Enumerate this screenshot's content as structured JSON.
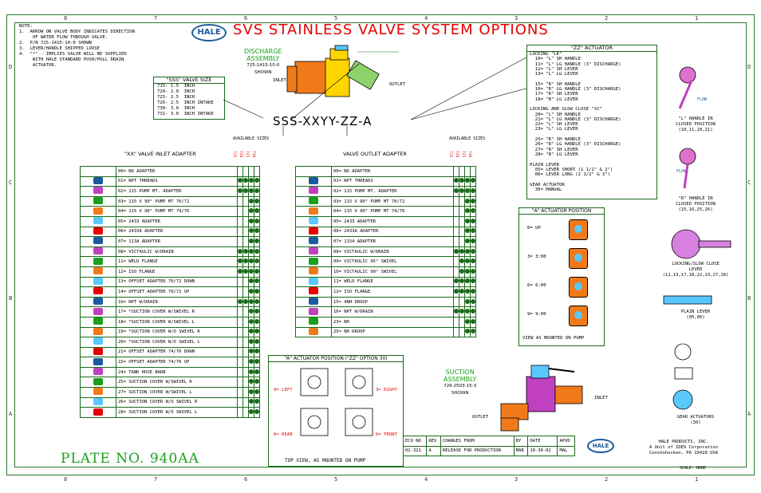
{
  "title": "SVS STAINLESS VALVE SYSTEM OPTIONS",
  "note_heading": "NOTE:",
  "notes": [
    "1.  ARROW ON VALVE BODY INDICATES DIRECTION",
    "     OF WATER FLOW THROUGH VALVE.",
    "2.  P/N 725-1415-10-0 SHOWN",
    "3.  LEVER/HANDLE SHIPPED LOOSE",
    "4.  \"*\" - IMPLIES VALVE WILL BE SUPPLIED",
    "     WITH HALE STANDARD PUSH/PULL DRAIN",
    "     ACTUATOR."
  ],
  "logo_text": "HALE",
  "discharge": {
    "title": "DISCHARGE",
    "title2": "ASSEMBLY",
    "pn": "725-1415-10-0",
    "shown": "SHOWN",
    "inlet": "INLET",
    "outlet": "OUTLET"
  },
  "sss_box": {
    "title": "\"SSS\" VALVE SIZE",
    "lines": [
      "715- 1.5  INCH",
      "720- 2.0  INCH",
      "725- 2.5  INCH",
      "726- 2.5  INCH INTAKE",
      "730- 3.0  INCH",
      "731- 3.0  INCH INTAKE"
    ]
  },
  "model_code": "SSS-XXYY-ZZ-A",
  "available_sizes": "AVAILABLE SIZES",
  "size_cols": [
    "715",
    "720",
    "725",
    "730"
  ],
  "inlet_table": {
    "header": "\"XX\" VALVE INLET ADAPTER",
    "rows": [
      {
        "label": "00= NO ADAPTER",
        "dots": [
          0,
          0,
          0,
          0
        ]
      },
      {
        "label": "01= NPT THREADS",
        "dots": [
          1,
          1,
          1,
          1
        ]
      },
      {
        "label": "02= 115 PUMP MT. ADAPTER",
        "dots": [
          1,
          1,
          1,
          1
        ]
      },
      {
        "label": "03= 115 X 90° PUMP MT 70/72",
        "dots": [
          0,
          0,
          1,
          1
        ]
      },
      {
        "label": "04= 115 X 90° PUMP MT 74/76",
        "dots": [
          0,
          0,
          1,
          1
        ]
      },
      {
        "label": "05= 2433 ADAPTER",
        "dots": [
          0,
          0,
          1,
          1
        ]
      },
      {
        "label": "06= 2433A ADAPTER",
        "dots": [
          0,
          0,
          1,
          1
        ]
      },
      {
        "label": "07= 113A ADAPTER",
        "dots": [
          0,
          0,
          1,
          1
        ]
      },
      {
        "label": "08= VICTAULIC W/DRAIN",
        "dots": [
          1,
          1,
          1,
          1
        ]
      },
      {
        "label": "11= WELD FLANGE",
        "dots": [
          1,
          1,
          1,
          1
        ]
      },
      {
        "label": "12= ISO FLANGE",
        "dots": [
          1,
          1,
          1,
          1
        ]
      },
      {
        "label": "13= OFFSET ADAPTER 70/72 DOWN",
        "dots": [
          0,
          0,
          1,
          1
        ]
      },
      {
        "label": "14= OFFSET ADAPTER 70/72 UP",
        "dots": [
          0,
          0,
          1,
          1
        ]
      },
      {
        "label": "16= NPT W/DRAIN",
        "dots": [
          1,
          1,
          1,
          1
        ]
      },
      {
        "label": "17= *SUCTION COVER W/SWIVEL R",
        "dots": [
          0,
          0,
          1,
          1
        ]
      },
      {
        "label": "18= *SUCTION COVER W/SWIVEL L",
        "dots": [
          0,
          0,
          1,
          1
        ]
      },
      {
        "label": "19= *SUCTION COVER W/O SWIVEL R",
        "dots": [
          0,
          0,
          1,
          1
        ]
      },
      {
        "label": "20= *SUCTION COVER W/O SWIVEL L",
        "dots": [
          0,
          0,
          1,
          1
        ]
      },
      {
        "label": "21= OFFSET ADAPTER 74/76 DOWN",
        "dots": [
          0,
          0,
          1,
          1
        ]
      },
      {
        "label": "22= OFFSET ADAPTER 74/76 UP",
        "dots": [
          0,
          0,
          1,
          1
        ]
      },
      {
        "label": "24= TANK HOSE BARB",
        "dots": [
          0,
          0,
          1,
          1
        ]
      },
      {
        "label": "25= SUCTION COVER W/SWIVEL R",
        "dots": [
          0,
          0,
          1,
          1
        ]
      },
      {
        "label": "27= SUCTION COVER W/SWIVEL L",
        "dots": [
          0,
          0,
          1,
          1
        ]
      },
      {
        "label": "26= SUCTION COVER W/O SWIVEL R",
        "dots": [
          0,
          0,
          1,
          1
        ]
      },
      {
        "label": "28= SUCTION COVER W/O SWIVEL L",
        "dots": [
          0,
          0,
          1,
          1
        ]
      }
    ]
  },
  "outlet_table": {
    "header": "VALVE OUTLET ADAPTER",
    "rows": [
      {
        "label": "00= NO ADAPTER",
        "dots": [
          0,
          0,
          0,
          0
        ]
      },
      {
        "label": "01= NPT THREADS",
        "dots": [
          1,
          1,
          1,
          1
        ]
      },
      {
        "label": "02= 115 PUMP MT. ADAPTER",
        "dots": [
          1,
          1,
          1,
          1
        ]
      },
      {
        "label": "03= 115 X 90° PUMP MT 70/72",
        "dots": [
          0,
          0,
          1,
          1
        ]
      },
      {
        "label": "04= 115 X 90° PUMP MT 74/76",
        "dots": [
          0,
          0,
          1,
          1
        ]
      },
      {
        "label": "05= 2433 ADAPTER",
        "dots": [
          0,
          0,
          1,
          1
        ]
      },
      {
        "label": "06= 2433A ADAPTER",
        "dots": [
          0,
          0,
          1,
          1
        ]
      },
      {
        "label": "07= 1154 ADAPTER",
        "dots": [
          0,
          0,
          1,
          1
        ]
      },
      {
        "label": "08= VICTAULIC W/DRAIN",
        "dots": [
          1,
          1,
          1,
          1
        ]
      },
      {
        "label": "09= VICTAULIC 45° SWIVEL",
        "dots": [
          0,
          1,
          1,
          1
        ]
      },
      {
        "label": "10= VICTAULIC 90° SWIVEL",
        "dots": [
          0,
          1,
          1,
          1
        ]
      },
      {
        "label": "11= WELD FLANGE",
        "dots": [
          1,
          1,
          1,
          1
        ]
      },
      {
        "label": "12= ISO FLANGE",
        "dots": [
          1,
          1,
          1,
          1
        ]
      },
      {
        "label": "15= 4NH DROOP",
        "dots": [
          0,
          0,
          1,
          1
        ]
      },
      {
        "label": "16= NPT W/DRAIN",
        "dots": [
          1,
          1,
          1,
          1
        ]
      },
      {
        "label": "23= NH",
        "dots": [
          0,
          0,
          1,
          1
        ]
      },
      {
        "label": "25= NH DROOP",
        "dots": [
          0,
          0,
          1,
          1
        ]
      }
    ]
  },
  "zz_box": {
    "title": "\"ZZ\" ACTUATOR",
    "lines": [
      "LOCKING \"LK\"",
      "  10= \"L\" SH HANDLE",
      "  11= \"L\" LG HANDLE (3\" DISCHARGE)",
      "  12= \"L\" SH LEVER",
      "  13= \"L\" LG LEVER",
      "",
      "  15= \"R\" SH HANDLE",
      "  16= \"R\" LG HANDLE (3\" DISCHARGE)",
      "  17= \"R\" SH LEVER",
      "  18= \"R\" LG LEVER",
      "",
      "LOCKING AND SLOW CLOSE \"SC\"",
      "  20= \"L\" SH HANDLE",
      "  21= \"L\" LG HANDLE (3\" DISCHARGE)",
      "  22= \"L\" SH LEVER",
      "  23= \"L\" LG LEVER",
      "",
      "  25= \"R\" SH HANDLE",
      "  26= \"R\" LG HANDLE (3\" DISCHARGE)",
      "  27= \"R\" SH LEVER",
      "  28= \"R\" LG LEVER",
      "",
      "PLAIN LEVER",
      "  05= LEVER SHORT (1 1/2\" & 2\")",
      "  06= LEVER LONG (2 1/2\" & 3\")",
      "",
      "GEAR ACTUATOR",
      "  30= MANUAL"
    ]
  },
  "a_position": {
    "title": "\"A\" ACTUATOR POSITION",
    "items": [
      "0= UP",
      "3= 3:00",
      "6= 6:00",
      "9= 9:00"
    ],
    "footer": "VIEW AS MOUNTED ON PUMP"
  },
  "a_position_30": {
    "title": "\"A\" ACTUATOR POSITION (\"ZZ\" OPTION 30)",
    "labels": [
      "9= LEFT",
      "3= RIGHT",
      "0= REAR",
      "6= FRONT"
    ],
    "footer": "TOP VIEW, AS MOUNTED ON PUMP"
  },
  "suction": {
    "title": "SUCTION",
    "title2": "ASSEMBLY",
    "pn": "726-2503-15-3",
    "shown": "SHOWN",
    "inlet": "INLET",
    "outlet": "OUTLET"
  },
  "right_labels": [
    "\"L\" HANDLE IN\nCLOSED POSITION\n(10,11,20,21)",
    "\"R\" HANDLE IN\nCLOSED POSITION\n(15,16,25,26)",
    "LOCKING/SLOW CLOSE\nLEVER\n(12,13,17,18,22,23,27,28)",
    "PLAIN LEVER\n(05,06)",
    "GEAR ACTUATORS\n(30)"
  ],
  "flow": "FLOW",
  "plate": "PLATE NO. 940AA",
  "revision": {
    "headers": [
      "ECO NO",
      "REV",
      "CHANGES FROM",
      "BY",
      "DATE",
      "APVD"
    ],
    "row": [
      "02-321",
      "A",
      "RELEASE FOR PRODUCTION",
      "MAB",
      "10-30-02",
      "MAL"
    ]
  },
  "company": [
    "HALE PRODUCTS, INC.",
    "A Unit of IDEX Corporation",
    "Conshohocken, PA 19428 USA"
  ],
  "scale": "SCALE: NONE",
  "zones_top": [
    "8",
    "7",
    "6",
    "5",
    "4",
    "3",
    "2",
    "1"
  ],
  "zones_side": [
    "D",
    "C",
    "B",
    "A"
  ]
}
